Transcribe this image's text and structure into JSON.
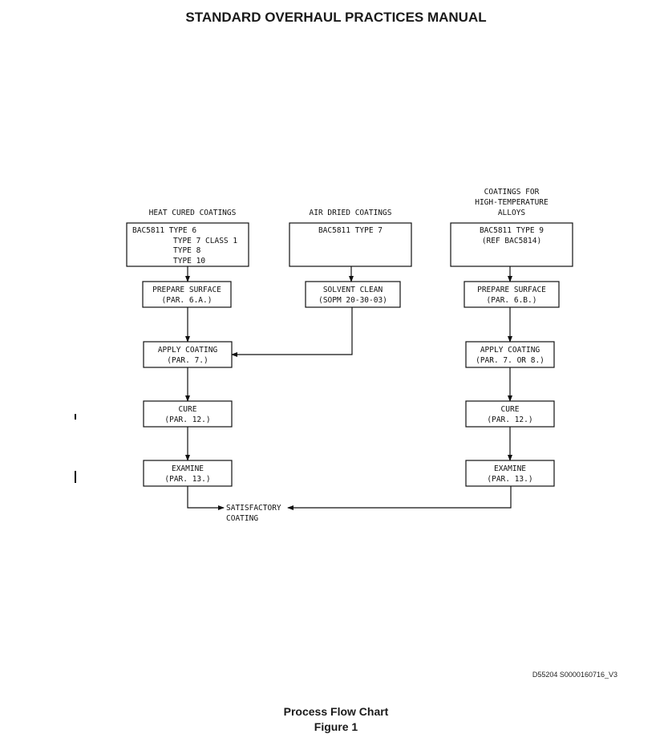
{
  "header": {
    "title": "STANDARD OVERHAUL PRACTICES MANUAL"
  },
  "diagram": {
    "col_left_heading": "HEAT CURED COATINGS",
    "col_mid_heading": "AIR DRIED COATINGS",
    "col_right_heading": [
      "COATINGS FOR",
      "HIGH-TEMPERATURE",
      "ALLOYS"
    ],
    "left_spec": [
      "BAC5811  TYPE 6",
      "TYPE 7 CLASS 1",
      "TYPE 8",
      "TYPE 10"
    ],
    "mid_spec": [
      "BAC5811  TYPE 7"
    ],
    "right_spec": [
      "BAC5811 TYPE 9",
      "(REF BAC5814)"
    ],
    "left_prepare": [
      "PREPARE SURFACE",
      "(PAR. 6.A.)"
    ],
    "mid_solvent": [
      "SOLVENT CLEAN",
      "(SOPM 20-30-03)"
    ],
    "right_prepare": [
      "PREPARE SURFACE",
      "(PAR. 6.B.)"
    ],
    "left_apply": [
      "APPLY COATING",
      "(PAR. 7.)"
    ],
    "right_apply": [
      "APPLY COATING",
      "(PAR. 7. OR 8.)"
    ],
    "left_cure": [
      "CURE",
      "(PAR. 12.)"
    ],
    "right_cure": [
      "CURE",
      "(PAR. 12.)"
    ],
    "left_examine": [
      "EXAMINE",
      "(PAR. 13.)"
    ],
    "right_examine": [
      "EXAMINE",
      "(PAR. 13.)"
    ],
    "result": [
      "SATISFACTORY",
      "COATING"
    ]
  },
  "figure_id": "D55204 S0000160716_V3",
  "caption": {
    "line1": "Process Flow Chart",
    "line2": "Figure 1"
  }
}
